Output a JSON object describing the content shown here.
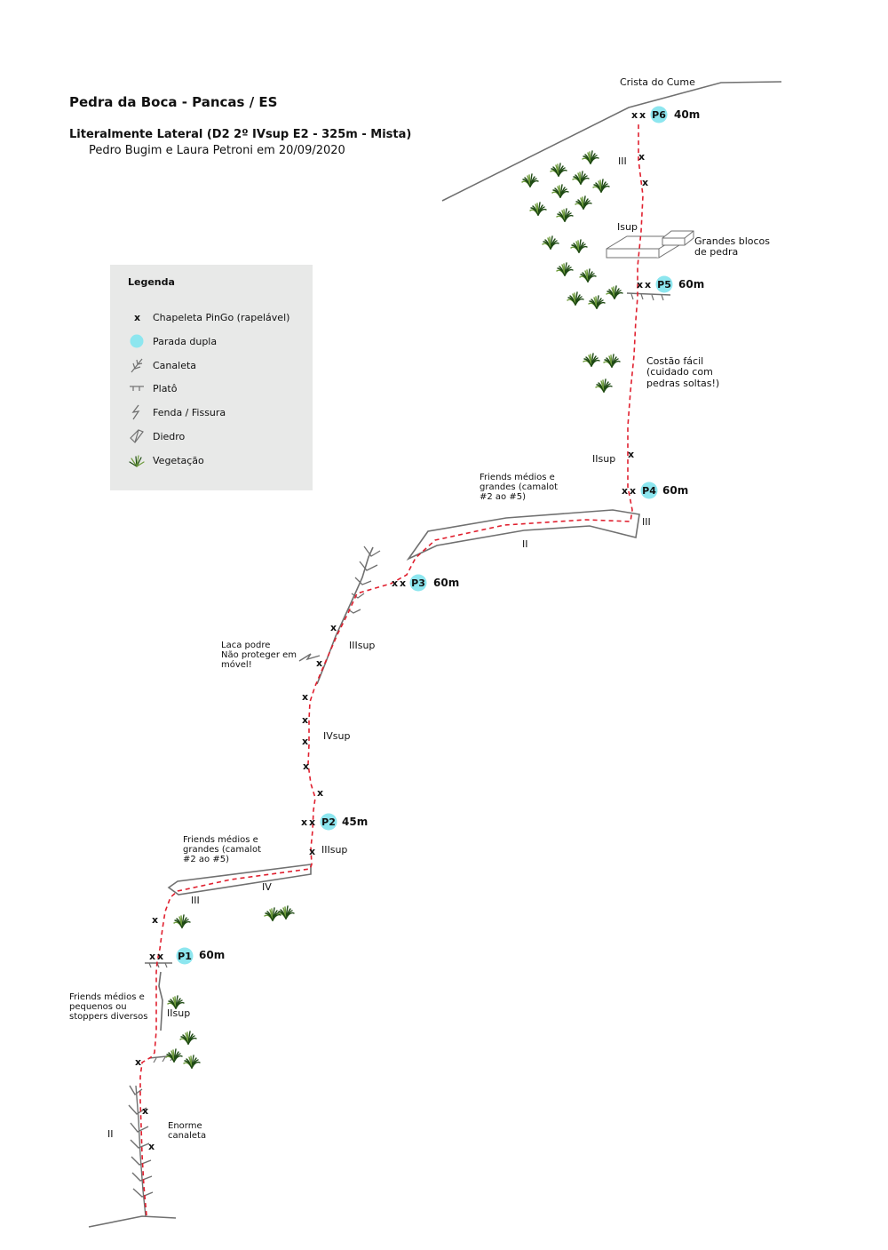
{
  "header": {
    "title": "Pedra da Boca - Pancas / ES",
    "subtitle": "Literalmente Lateral (D2 2º IVsup E2 - 325m - Mista)",
    "authors": "Pedro Bugim e Laura Petroni em 20/09/2020"
  },
  "legend": {
    "title": "Legenda",
    "items": [
      {
        "key": "bolt",
        "label": "Chapeleta PinGo (rapelável)"
      },
      {
        "key": "anchor",
        "label": "Parada dupla"
      },
      {
        "key": "gully",
        "label": "Canaleta"
      },
      {
        "key": "ledge",
        "label": "Platô"
      },
      {
        "key": "crack",
        "label": "Fenda / Fissura"
      },
      {
        "key": "dihedral",
        "label": "Diedro"
      },
      {
        "key": "vegetation",
        "label": "Vegetação"
      }
    ]
  },
  "bolt_mark": "x",
  "stations": [
    {
      "name": "P1",
      "length": "60m"
    },
    {
      "name": "P2",
      "length": "45m"
    },
    {
      "name": "P3",
      "length": "60m"
    },
    {
      "name": "P4",
      "length": "60m"
    },
    {
      "name": "P5",
      "length": "60m"
    },
    {
      "name": "P6",
      "length": "40m"
    }
  ],
  "grades": {
    "g1": "II",
    "g2": "IIsup",
    "g3": "III",
    "g4": "IV",
    "g5": "IIIsup",
    "g6": "IVsup",
    "g7": "IIIsup",
    "g8": "II",
    "g9": "III",
    "g10": "IIsup",
    "g11": "Isup",
    "g12": "III"
  },
  "notes": {
    "summit": "Crista do Cume",
    "blocks": "Grandes blocos\nde pedra",
    "slab": "Costão fácil\n(cuidado com\npedras soltas!)",
    "friends_upper": "Friends médios e\ngrandes (camalot\n#2 ao #5)",
    "friends_lower": "Friends médios e\ngrandes (camalot\n#2 ao #5)",
    "loose_flake": "Laca podre\nNão proteger em\nmóvel!",
    "friends_small": "Friends médios e\npequenos ou\nstoppers diversos",
    "gully": "Enorme\ncanaleta"
  },
  "colors": {
    "route": "#e0202f",
    "rock": "#707070",
    "anchor": "#8de6ef",
    "legend_bg": "#e8e9e8",
    "grass_dark": "#1f4a14",
    "grass_light": "#6c9a3a"
  }
}
